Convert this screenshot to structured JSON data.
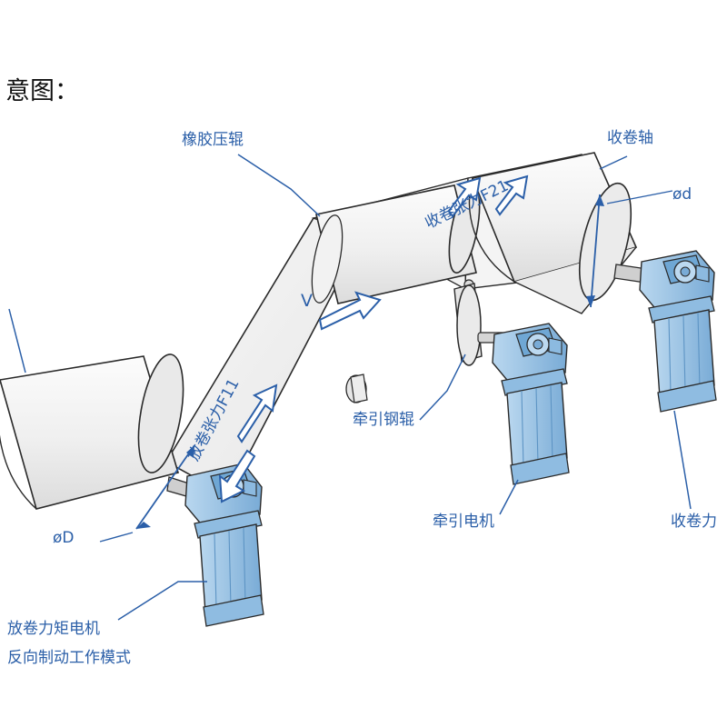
{
  "page": {
    "heading": "意图：",
    "background_color": "#ffffff",
    "label_color": "#2b5fa8",
    "web_fill": "#f0f0f0",
    "roller_fill": "#efefef",
    "motor_fill": "#9dc4e4",
    "motor_dark": "#6fa7d4",
    "outline_color": "#2a2a2a"
  },
  "labels": {
    "rubber_press_roller": "橡胶压辊",
    "rewind_shaft": "收卷轴",
    "rewind_tension": "收卷张力F21",
    "unwind_tension": "放卷张力F11",
    "web_speed": "V",
    "diameter_small": "ød",
    "diameter_large": "øD",
    "traction_steel_roller": "牵引钢辊",
    "traction_motor": "牵引电机",
    "rewind_motor": "收卷力",
    "unwind_torque_motor": "放卷力矩电机",
    "unwind_mode": "反向制动工作模式"
  },
  "arrows": {
    "speed_arrow": "arrow-right-icon",
    "rewind_tension_arrow": "double-arrow-icon",
    "unwind_tension_arrow": "double-arrow-icon",
    "diameter_d_arrow": "dimension-arrow-icon",
    "diameter_D_arrow": "dimension-arrow-icon"
  },
  "components": {
    "unwind_roll": "unwind-roll",
    "rubber_roller": "rubber-press-roller",
    "traction_roller": "traction-steel-roller",
    "rewind_roll": "rewind-roll",
    "web_material": "web-material-sheet",
    "guide_roller": "small-guide-roller",
    "motors": [
      "unwind-motor",
      "traction-motor",
      "rewind-motor"
    ]
  }
}
